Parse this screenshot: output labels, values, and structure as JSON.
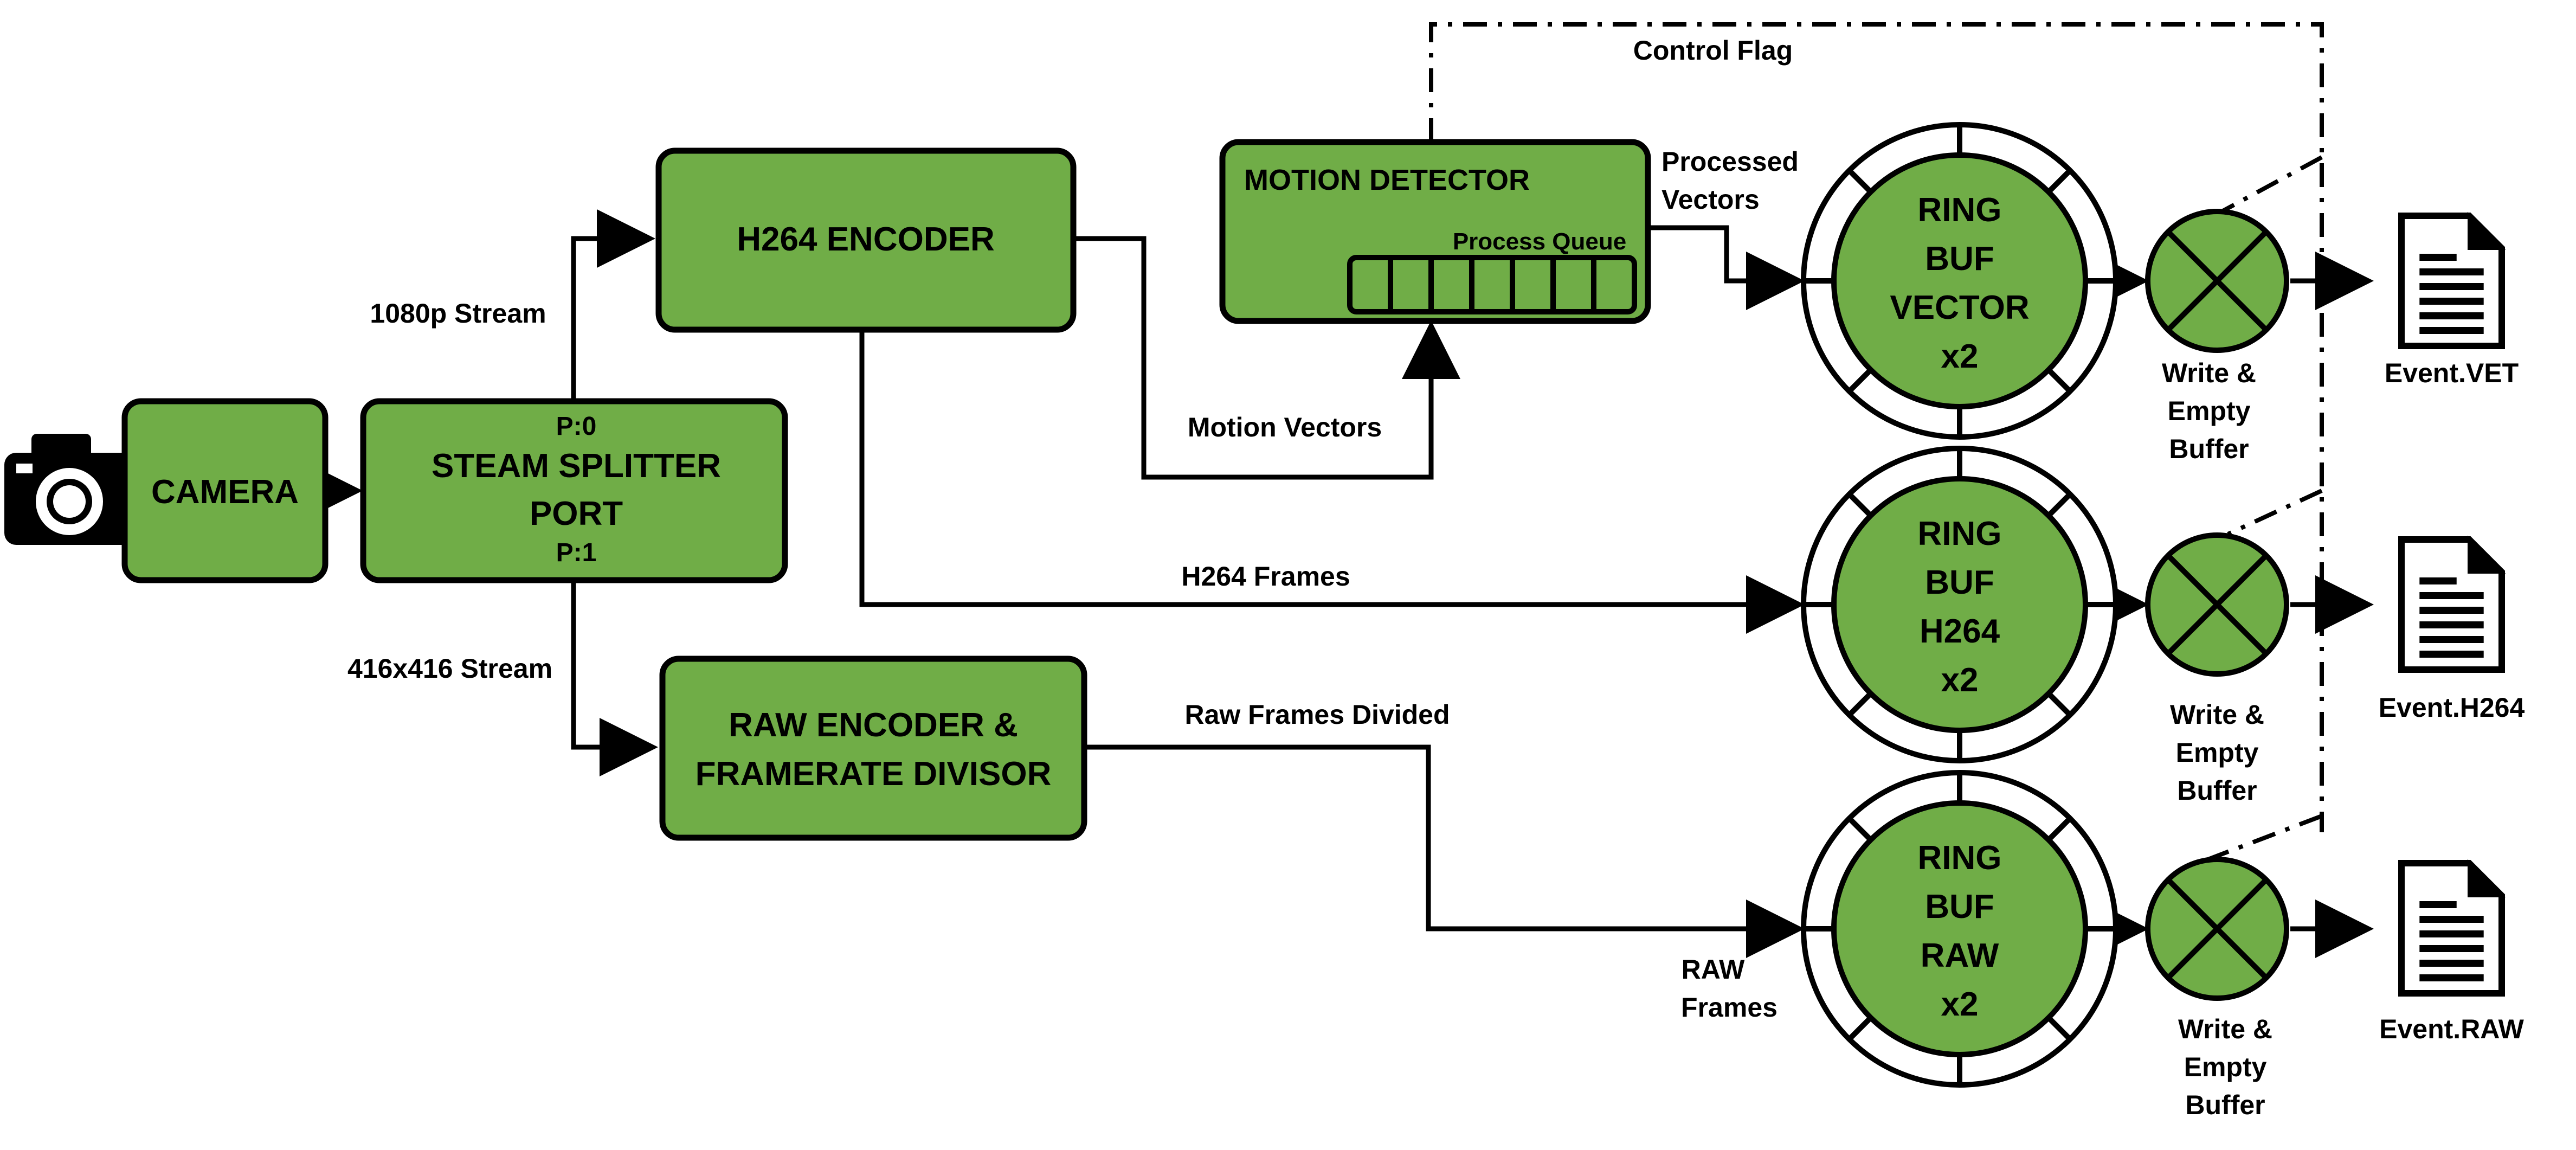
{
  "colors": {
    "box_fill": "#70ad47",
    "stroke": "#000000",
    "background": "#ffffff"
  },
  "icons": {
    "camera": "camera-icon",
    "files": [
      "document-icon",
      "document-icon",
      "document-icon"
    ]
  },
  "nodes": {
    "camera": "CAMERA",
    "splitter": {
      "port0": "P:0",
      "line1": "STEAM SPLITTER",
      "line2": "PORT",
      "port1": "P:1"
    },
    "h264_encoder": "H264 ENCODER",
    "raw_encoder": {
      "line1": "RAW ENCODER &",
      "line2": "FRAMERATE DIVISOR"
    },
    "motion_detector": {
      "title": "MOTION DETECTOR",
      "queue_label": "Process Queue"
    }
  },
  "ring_buffers": [
    {
      "lines": [
        "RING",
        "BUF",
        "VECTOR",
        "x2"
      ]
    },
    {
      "lines": [
        "RING",
        "BUF",
        "H264",
        "x2"
      ]
    },
    {
      "lines": [
        "RING",
        "BUF",
        "RAW",
        "x2"
      ]
    }
  ],
  "write_empty": [
    {
      "lines": [
        "Write &",
        "Empty",
        "Buffer"
      ]
    },
    {
      "lines": [
        "Write &",
        "Empty",
        "Buffer"
      ]
    },
    {
      "lines": [
        "Write &",
        "Empty",
        "Buffer"
      ]
    }
  ],
  "outputs": [
    "Event.VET",
    "Event.H264",
    "Event.RAW"
  ],
  "edges": {
    "stream_1080p": "1080p Stream",
    "stream_416": "416x416 Stream",
    "motion_vectors": "Motion Vectors",
    "h264_frames": "H264 Frames",
    "raw_frames_divided": "Raw Frames Divided",
    "processed_vectors": [
      "Processed",
      "Vectors"
    ],
    "raw_frames": [
      "RAW",
      "Frames"
    ],
    "control_flag": "Control Flag"
  }
}
